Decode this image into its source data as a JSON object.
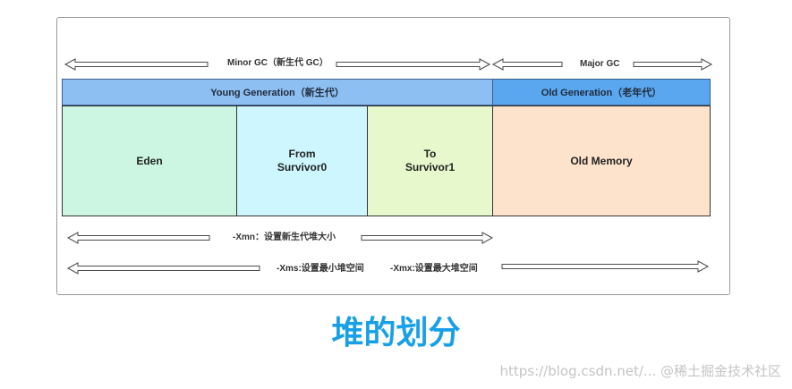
{
  "arrows": {
    "minor_gc": "Minor GC（新生代 GC）",
    "major_gc": "Major GC",
    "xmn": "-Xmn：设置新生代堆大小",
    "xms": "-Xms:设置最小堆空间",
    "xmx": "-Xmx:设置最大堆空间"
  },
  "bars": {
    "young": "Young Generation（新生代）",
    "old": "Old Generation（老年代）"
  },
  "cells": {
    "eden": "Eden",
    "from_line1": "From",
    "from_line2": "Survivor0",
    "to_line1": "To",
    "to_line2": "Survivor1",
    "old_memory": "Old Memory"
  },
  "colors": {
    "young_bar": "#8ebff2",
    "old_bar": "#5aa7ef",
    "eden": "#ccf6e2",
    "from": "#cdf6ff",
    "to": "#e6f8cc",
    "old_memory": "#fde3cc",
    "title": "#18a0e6"
  },
  "title": "堆的划分",
  "watermark": "https://blog.csdn.net/...  @稀土掘金技术社区"
}
